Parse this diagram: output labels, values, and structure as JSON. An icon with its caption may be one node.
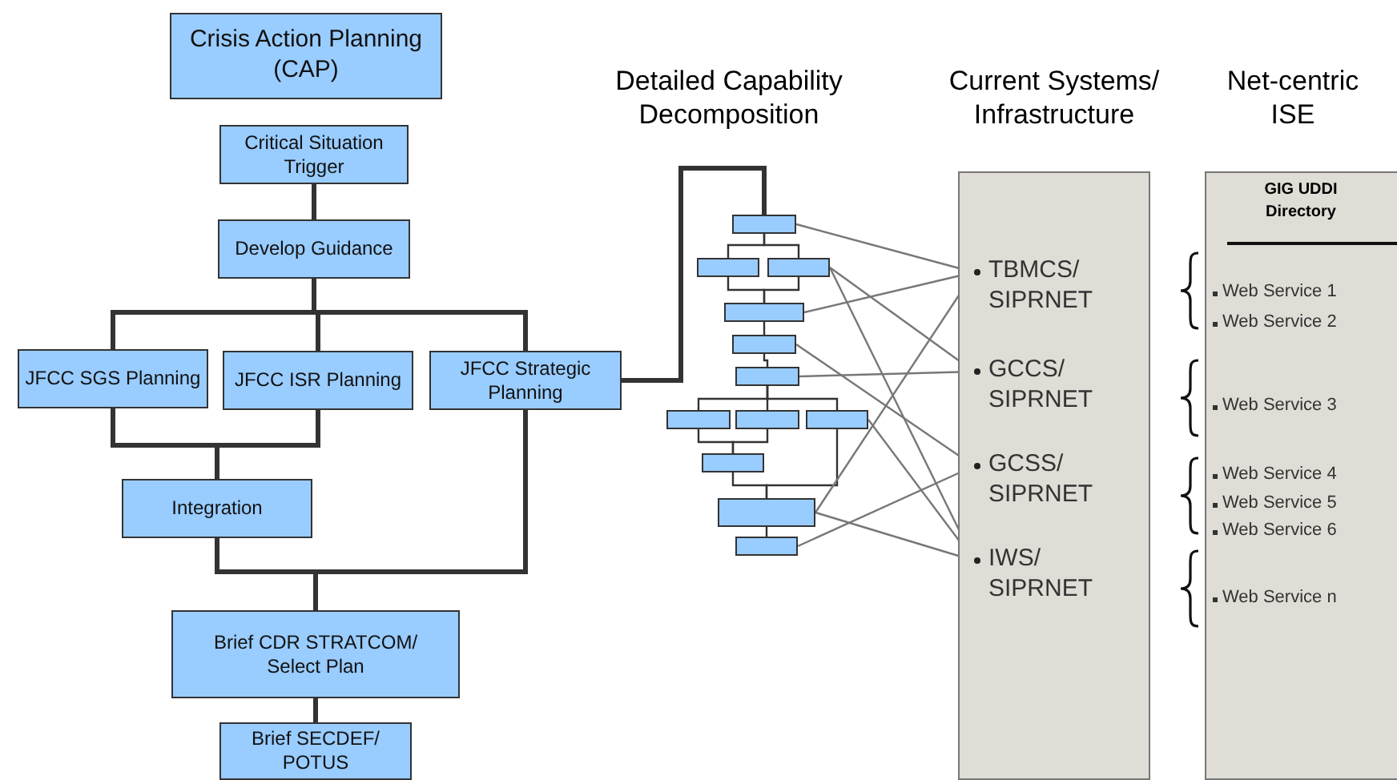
{
  "diagram": {
    "nodes": [
      {
        "text": [
          "Crisis Action Planning (CAP)"
        ]
      },
      {
        "text": [
          "Critical Situation Trigger"
        ]
      },
      {
        "text": [
          "Develop Guidance"
        ]
      },
      {
        "text": [
          "JFCC SGS Planning"
        ]
      },
      {
        "text": [
          "JFCC ISR Planning"
        ]
      },
      {
        "text": [
          "JFCC Strategic Planning"
        ]
      },
      {
        "text": [
          "Integration"
        ]
      },
      {
        "text": [
          "Brief CDR STRATCOM/ Select Plan"
        ]
      },
      {
        "text": [
          "Brief SECDEF/ POTUS"
        ]
      },
      {
        "text": [],
        "shape": "box"
      },
      {
        "text": [],
        "shape": "box"
      },
      {
        "text": [],
        "shape": "box"
      },
      {
        "text": [],
        "shape": "box"
      },
      {
        "text": [],
        "shape": "box"
      },
      {
        "text": [],
        "shape": "box"
      },
      {
        "text": [],
        "shape": "box"
      },
      {
        "text": [],
        "shape": "box"
      },
      {
        "text": [],
        "shape": "box"
      },
      {
        "text": [],
        "shape": "box"
      },
      {
        "text": [],
        "shape": "box"
      },
      {
        "text": [],
        "shape": "box"
      },
      {
        "text": [
          "Current Systems/ Infrastructure"
        ]
      },
      {
        "text": [
          "TBMCS/ SIPRNET"
        ],
        "in": 21
      },
      {
        "text": [
          "GCCS/ SIPRNET"
        ],
        "in": 21
      },
      {
        "text": [
          "GCSS/ SIPRNET"
        ],
        "in": 21
      },
      {
        "text": [
          "IWS/ SIPRNET"
        ],
        "in": 21
      },
      {
        "text": [
          "Net-centric ISE",
          "GIG UDDI Directory",
          "Web Service 1",
          "Web Service 2",
          "Web Service 3",
          "Web Service 4",
          "Web Service 5",
          "Web Service 6",
          "Web Service n"
        ]
      }
    ],
    "edges": [
      {
        "from": 1,
        "to": 2,
        "arrow": "none",
        "style": "thick"
      },
      {
        "from": 2,
        "to": 3,
        "arrow": "none",
        "style": "thick"
      },
      {
        "from": 2,
        "to": 4,
        "arrow": "none",
        "style": "thick"
      },
      {
        "from": 2,
        "to": 5,
        "arrow": "none",
        "style": "thick"
      },
      {
        "from": 3,
        "to": 6,
        "arrow": "none",
        "style": "thick"
      },
      {
        "from": 4,
        "to": 6,
        "arrow": "none",
        "style": "thick"
      },
      {
        "from": 6,
        "to": 7,
        "arrow": "none",
        "style": "thick"
      },
      {
        "from": 5,
        "to": 7,
        "arrow": "none",
        "style": "thick"
      },
      {
        "from": 7,
        "to": 8,
        "arrow": "none",
        "style": "thick"
      },
      {
        "from": 5,
        "to": 9,
        "arrow": "none",
        "style": "thick"
      },
      {
        "from": 9,
        "to": 10,
        "arrow": "none"
      },
      {
        "from": 9,
        "to": 11,
        "arrow": "none"
      },
      {
        "from": 10,
        "to": 12,
        "arrow": "none"
      },
      {
        "from": 11,
        "to": 12,
        "arrow": "none"
      },
      {
        "from": 12,
        "to": 13,
        "arrow": "none"
      },
      {
        "from": 13,
        "to": 14,
        "arrow": "none"
      },
      {
        "from": 14,
        "to": 15,
        "arrow": "none"
      },
      {
        "from": 14,
        "to": 16,
        "arrow": "none"
      },
      {
        "from": 14,
        "to": 17,
        "arrow": "none"
      },
      {
        "from": 15,
        "to": 18,
        "arrow": "none"
      },
      {
        "from": 16,
        "to": 18,
        "arrow": "none"
      },
      {
        "from": 18,
        "to": 19,
        "arrow": "none"
      },
      {
        "from": 17,
        "to": 19,
        "arrow": "none"
      },
      {
        "from": 19,
        "to": 20,
        "arrow": "none"
      },
      {
        "from": 9,
        "to": 22,
        "arrow": "none",
        "color": "#777777"
      },
      {
        "from": 11,
        "to": 23,
        "arrow": "none",
        "color": "#777777"
      },
      {
        "from": 11,
        "to": 25,
        "arrow": "none",
        "color": "#777777"
      },
      {
        "from": 12,
        "to": 22,
        "arrow": "none",
        "color": "#777777"
      },
      {
        "from": 13,
        "to": 24,
        "arrow": "none",
        "color": "#777777"
      },
      {
        "from": 14,
        "to": 23,
        "arrow": "none",
        "color": "#777777"
      },
      {
        "from": 17,
        "to": 25,
        "arrow": "none",
        "color": "#777777"
      },
      {
        "from": 19,
        "to": 22,
        "arrow": "none",
        "color": "#777777"
      },
      {
        "from": 19,
        "to": 25,
        "arrow": "none",
        "color": "#777777"
      },
      {
        "from": 20,
        "to": 24,
        "arrow": "none",
        "color": "#777777"
      }
    ],
    "labels": [
      "Detailed Capability Decomposition"
    ]
  }
}
